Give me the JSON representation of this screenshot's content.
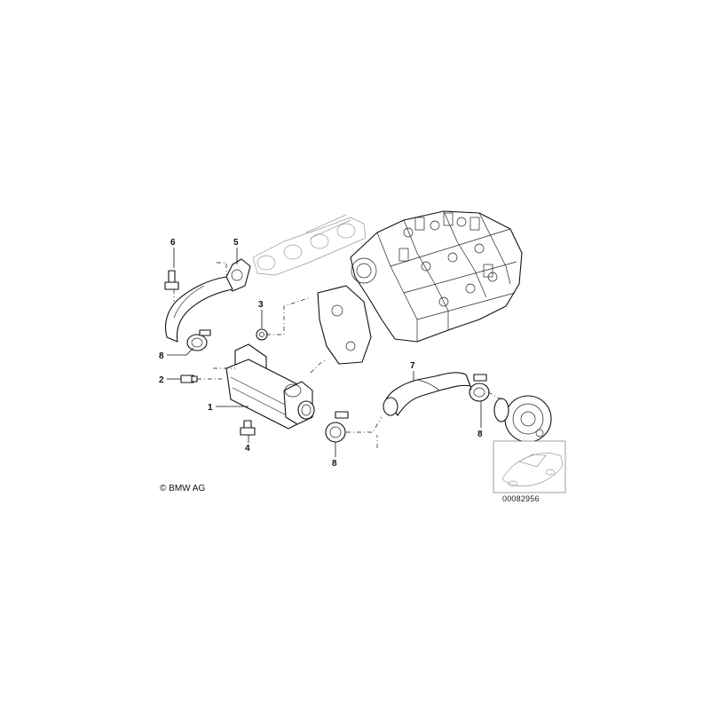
{
  "diagram": {
    "callouts": [
      "1",
      "2",
      "3",
      "4",
      "5",
      "6",
      "7",
      "8",
      "8",
      "8"
    ],
    "copyright": "© BMW AG",
    "document_number": "00082956"
  },
  "colors": {
    "line": "#111111",
    "background": "#ffffff",
    "frame": "#888888"
  }
}
